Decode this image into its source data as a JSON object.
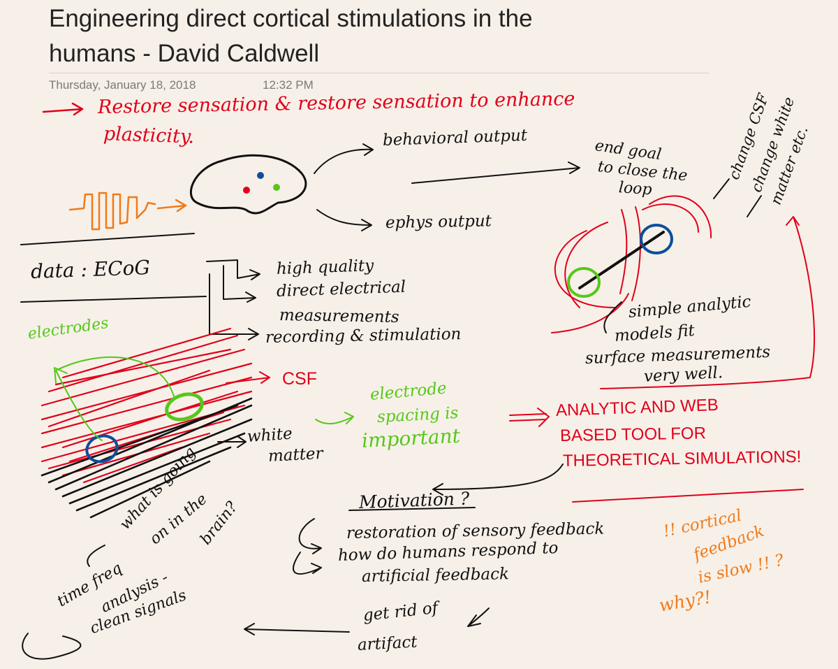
{
  "page": {
    "title_line1": "Engineering direct cortical stimulations in the",
    "title_line2": "humans - David Caldwell",
    "date": "Thursday, January 18, 2018",
    "time": "12:32 PM"
  },
  "notes": {
    "restore": "Restore sensation & restore sensation to enhance",
    "plasticity": "plasticity.",
    "behavioral_output": "behavioral output",
    "ephys_output": "ephys output",
    "end_goal_1": "end goal",
    "end_goal_2": "to close the",
    "end_goal_3": "loop",
    "change_csf": "change CSF",
    "change_white_1": "change white",
    "change_white_2": "matter etc.",
    "data_ecog": "data : ECoG",
    "high_quality": "high quality",
    "direct_electrical": "direct electrical",
    "measurements": "measurements",
    "recording_stim": "recording & stimulation",
    "simple_1": "simple analytic",
    "simple_2": "models fit",
    "simple_3": "surface measurements",
    "simple_4": "very well.",
    "electrodes": "electrodes",
    "csf": "CSF",
    "white_matter_1": "white",
    "white_matter_2": "matter",
    "spacing_1": "electrode",
    "spacing_2": "spacing is",
    "spacing_3": "important",
    "tool_1": "ANALYTIC AND WEB",
    "tool_2": "BASED TOOL   FOR",
    "tool_3": "THEORETICAL SIMULATIONS!",
    "motivation": "Motivation ?",
    "restoration_feedback": "restoration of sensory feedback",
    "humans_respond": "how do humans respond to",
    "artificial_feedback": "artificial feedback",
    "cortical_1": "!! cortical",
    "cortical_2": "feedback",
    "cortical_3": "is slow !! ?",
    "cortical_4": "why?!",
    "going_on_1": "what is going",
    "going_on_2": "on in the",
    "going_on_3": "brain?",
    "time_freq": "time freq",
    "analysis": "analysis -",
    "clean_signals": "clean signals",
    "get_rid_1": "get rid of",
    "get_rid_2": "artifact"
  },
  "colors": {
    "red_ink": "#e0001b",
    "black_ink": "#111111",
    "green_ink": "#55c81a",
    "orange_ink": "#f07a1a",
    "blue_ink": "#0b4f9c",
    "paper": "#f7f0e8"
  }
}
